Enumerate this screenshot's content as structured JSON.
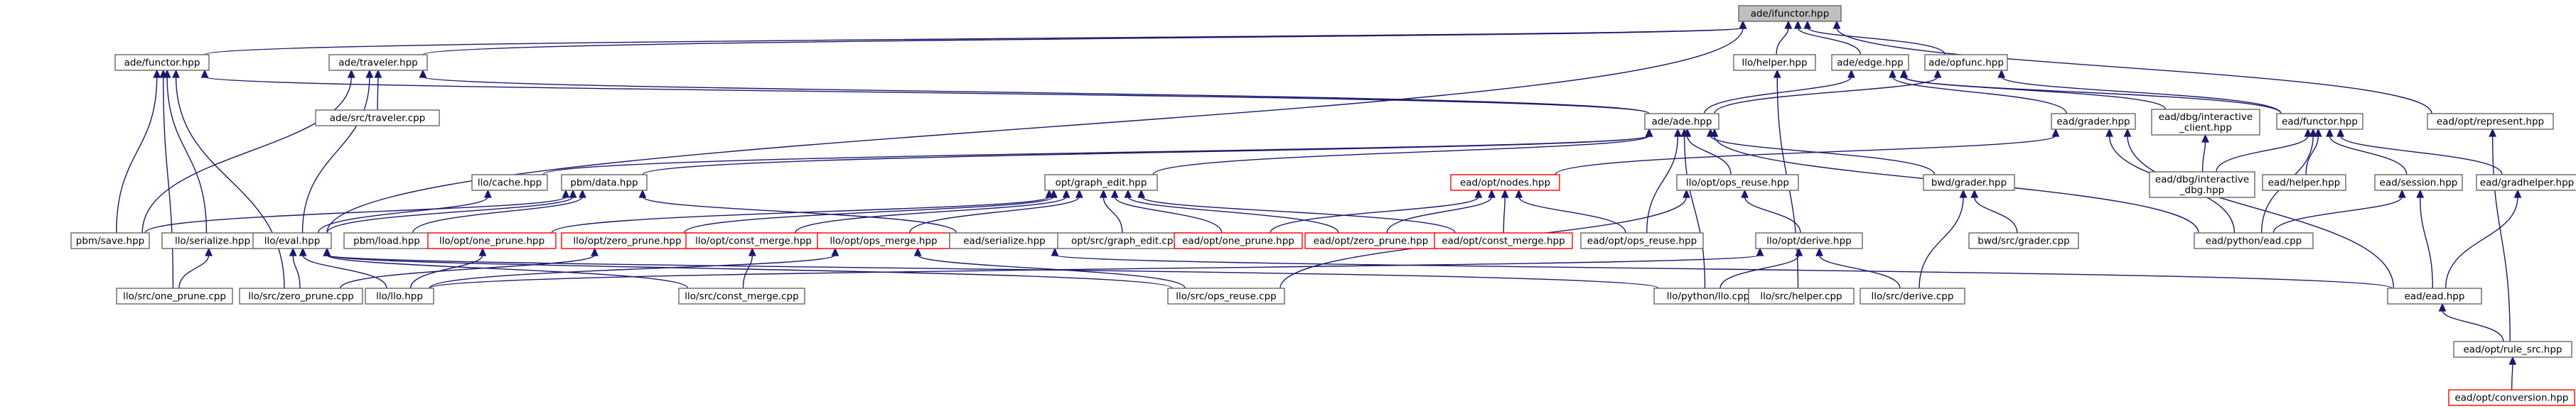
{
  "colors": {
    "node_border": "#666666",
    "node_border_red": "#ff0000",
    "root_fill": "#bfbfbf",
    "edge": "#191970",
    "background": "#ffffff"
  },
  "diagram": {
    "root": "ade/functor.hpp",
    "nodes": [
      {
        "id": "n0",
        "lines": [
          "ade/ifunctor.hpp"
        ],
        "root": true
      },
      {
        "id": "n1",
        "lines": [
          "ade/functor.hpp"
        ]
      },
      {
        "id": "n2",
        "lines": [
          "ade/traveler.hpp"
        ]
      },
      {
        "id": "n3",
        "lines": [
          "llo/helper.hpp"
        ]
      },
      {
        "id": "n4",
        "lines": [
          "ade/edge.hpp"
        ]
      },
      {
        "id": "n5",
        "lines": [
          "ade/opfunc.hpp"
        ]
      },
      {
        "id": "n6",
        "lines": [
          "ead/opt/represent.hpp"
        ]
      },
      {
        "id": "n7",
        "lines": [
          "ade/src/traveler.cpp"
        ]
      },
      {
        "id": "n8",
        "lines": [
          "ade/ade.hpp"
        ]
      },
      {
        "id": "n9",
        "lines": [
          "ead/grader.hpp"
        ]
      },
      {
        "id": "n10",
        "lines": [
          "ead/dbg/interactive",
          "_client.hpp"
        ]
      },
      {
        "id": "n11",
        "lines": [
          "ead/functor.hpp"
        ]
      },
      {
        "id": "n12",
        "lines": [
          "llo/cache.hpp"
        ]
      },
      {
        "id": "n13",
        "lines": [
          "pbm/data.hpp"
        ]
      },
      {
        "id": "n14",
        "lines": [
          "opt/graph_edit.hpp"
        ]
      },
      {
        "id": "n15",
        "lines": [
          "ead/opt/nodes.hpp"
        ],
        "red": true
      },
      {
        "id": "n16",
        "lines": [
          "llo/opt/ops_reuse.hpp"
        ]
      },
      {
        "id": "n17",
        "lines": [
          "bwd/grader.hpp"
        ]
      },
      {
        "id": "n18",
        "lines": [
          "ead/dbg/interactive",
          "_dbg.hpp"
        ]
      },
      {
        "id": "n19",
        "lines": [
          "ead/helper.hpp"
        ]
      },
      {
        "id": "n20",
        "lines": [
          "ead/session.hpp"
        ]
      },
      {
        "id": "n21",
        "lines": [
          "ead/gradhelper.hpp"
        ]
      },
      {
        "id": "n22",
        "lines": [
          "pbm/save.hpp"
        ]
      },
      {
        "id": "n23",
        "lines": [
          "llo/serialize.hpp"
        ]
      },
      {
        "id": "n24",
        "lines": [
          "llo/eval.hpp"
        ]
      },
      {
        "id": "n25",
        "lines": [
          "pbm/load.hpp"
        ]
      },
      {
        "id": "n26",
        "lines": [
          "llo/opt/one_prune.hpp"
        ],
        "red": true
      },
      {
        "id": "n27",
        "lines": [
          "llo/opt/zero_prune.hpp"
        ],
        "red": true
      },
      {
        "id": "n28",
        "lines": [
          "llo/opt/const_merge.hpp"
        ],
        "red": true
      },
      {
        "id": "n29",
        "lines": [
          "llo/opt/ops_merge.hpp"
        ],
        "red": true
      },
      {
        "id": "n30",
        "lines": [
          "ead/serialize.hpp"
        ]
      },
      {
        "id": "n31",
        "lines": [
          "opt/src/graph_edit.cpp"
        ]
      },
      {
        "id": "n32",
        "lines": [
          "ead/opt/one_prune.hpp"
        ],
        "red": true
      },
      {
        "id": "n33",
        "lines": [
          "ead/opt/zero_prune.hpp"
        ],
        "red": true
      },
      {
        "id": "n34",
        "lines": [
          "ead/opt/const_merge.hpp"
        ],
        "red": true
      },
      {
        "id": "n35",
        "lines": [
          "ead/opt/ops_reuse.hpp"
        ]
      },
      {
        "id": "n36",
        "lines": [
          "llo/opt/derive.hpp"
        ]
      },
      {
        "id": "n37",
        "lines": [
          "bwd/src/grader.cpp"
        ]
      },
      {
        "id": "n38",
        "lines": [
          "ead/python/ead.cpp"
        ]
      },
      {
        "id": "n39",
        "lines": [
          "llo/src/one_prune.cpp"
        ]
      },
      {
        "id": "n40",
        "lines": [
          "llo/src/zero_prune.cpp"
        ]
      },
      {
        "id": "n41",
        "lines": [
          "llo/llo.hpp"
        ]
      },
      {
        "id": "n42",
        "lines": [
          "llo/src/const_merge.cpp"
        ]
      },
      {
        "id": "n43",
        "lines": [
          "llo/src/ops_reuse.cpp"
        ]
      },
      {
        "id": "n44",
        "lines": [
          "llo/python/llo.cpp"
        ]
      },
      {
        "id": "n45",
        "lines": [
          "llo/src/helper.cpp"
        ]
      },
      {
        "id": "n46",
        "lines": [
          "llo/src/derive.cpp"
        ]
      },
      {
        "id": "n47",
        "lines": [
          "ead/ead.hpp"
        ]
      },
      {
        "id": "n48",
        "lines": [
          "ead/opt/rule_src.hpp"
        ]
      },
      {
        "id": "n49",
        "lines": [
          "ead/opt/conversion.hpp"
        ],
        "red": true
      }
    ],
    "edges": [
      [
        "n1",
        "n0"
      ],
      [
        "n2",
        "n0"
      ],
      [
        "n3",
        "n0"
      ],
      [
        "n4",
        "n0"
      ],
      [
        "n5",
        "n0"
      ],
      [
        "n6",
        "n0"
      ],
      [
        "n24",
        "n0"
      ],
      [
        "n8",
        "n1"
      ],
      [
        "n22",
        "n1"
      ],
      [
        "n23",
        "n1"
      ],
      [
        "n39",
        "n1"
      ],
      [
        "n40",
        "n1"
      ],
      [
        "n7",
        "n2"
      ],
      [
        "n8",
        "n2"
      ],
      [
        "n22",
        "n2"
      ],
      [
        "n24",
        "n2"
      ],
      [
        "n45",
        "n3"
      ],
      [
        "n8",
        "n4"
      ],
      [
        "n9",
        "n4"
      ],
      [
        "n10",
        "n4"
      ],
      [
        "n11",
        "n4"
      ],
      [
        "n8",
        "n5"
      ],
      [
        "n11",
        "n5"
      ],
      [
        "n48",
        "n6"
      ],
      [
        "n12",
        "n8"
      ],
      [
        "n13",
        "n8"
      ],
      [
        "n14",
        "n8"
      ],
      [
        "n16",
        "n8"
      ],
      [
        "n17",
        "n8"
      ],
      [
        "n35",
        "n8"
      ],
      [
        "n38",
        "n8"
      ],
      [
        "n44",
        "n8"
      ],
      [
        "n15",
        "n9"
      ],
      [
        "n38",
        "n9"
      ],
      [
        "n47",
        "n9"
      ],
      [
        "n18",
        "n10"
      ],
      [
        "n18",
        "n11"
      ],
      [
        "n19",
        "n11"
      ],
      [
        "n20",
        "n11"
      ],
      [
        "n21",
        "n11"
      ],
      [
        "n38",
        "n11"
      ],
      [
        "n24",
        "n12"
      ],
      [
        "n22",
        "n13"
      ],
      [
        "n24",
        "n13"
      ],
      [
        "n25",
        "n13"
      ],
      [
        "n30",
        "n13"
      ],
      [
        "n26",
        "n14"
      ],
      [
        "n27",
        "n14"
      ],
      [
        "n28",
        "n14"
      ],
      [
        "n29",
        "n14"
      ],
      [
        "n31",
        "n14"
      ],
      [
        "n32",
        "n14"
      ],
      [
        "n33",
        "n14"
      ],
      [
        "n34",
        "n14"
      ],
      [
        "n32",
        "n15"
      ],
      [
        "n33",
        "n15"
      ],
      [
        "n34",
        "n15"
      ],
      [
        "n35",
        "n15"
      ],
      [
        "n36",
        "n16"
      ],
      [
        "n43",
        "n16"
      ],
      [
        "n37",
        "n17"
      ],
      [
        "n46",
        "n17"
      ],
      [
        "n38",
        "n20"
      ],
      [
        "n47",
        "n20"
      ],
      [
        "n47",
        "n21"
      ],
      [
        "n39",
        "n23"
      ],
      [
        "n40",
        "n24"
      ],
      [
        "n41",
        "n24"
      ],
      [
        "n42",
        "n24"
      ],
      [
        "n43",
        "n24"
      ],
      [
        "n44",
        "n24"
      ],
      [
        "n41",
        "n26"
      ],
      [
        "n40",
        "n27"
      ],
      [
        "n42",
        "n28"
      ],
      [
        "n43",
        "n29"
      ],
      [
        "n41",
        "n29"
      ],
      [
        "n47",
        "n30"
      ],
      [
        "n41",
        "n36"
      ],
      [
        "n44",
        "n36"
      ],
      [
        "n46",
        "n36"
      ],
      [
        "n48",
        "n47"
      ],
      [
        "n49",
        "n48"
      ]
    ]
  }
}
